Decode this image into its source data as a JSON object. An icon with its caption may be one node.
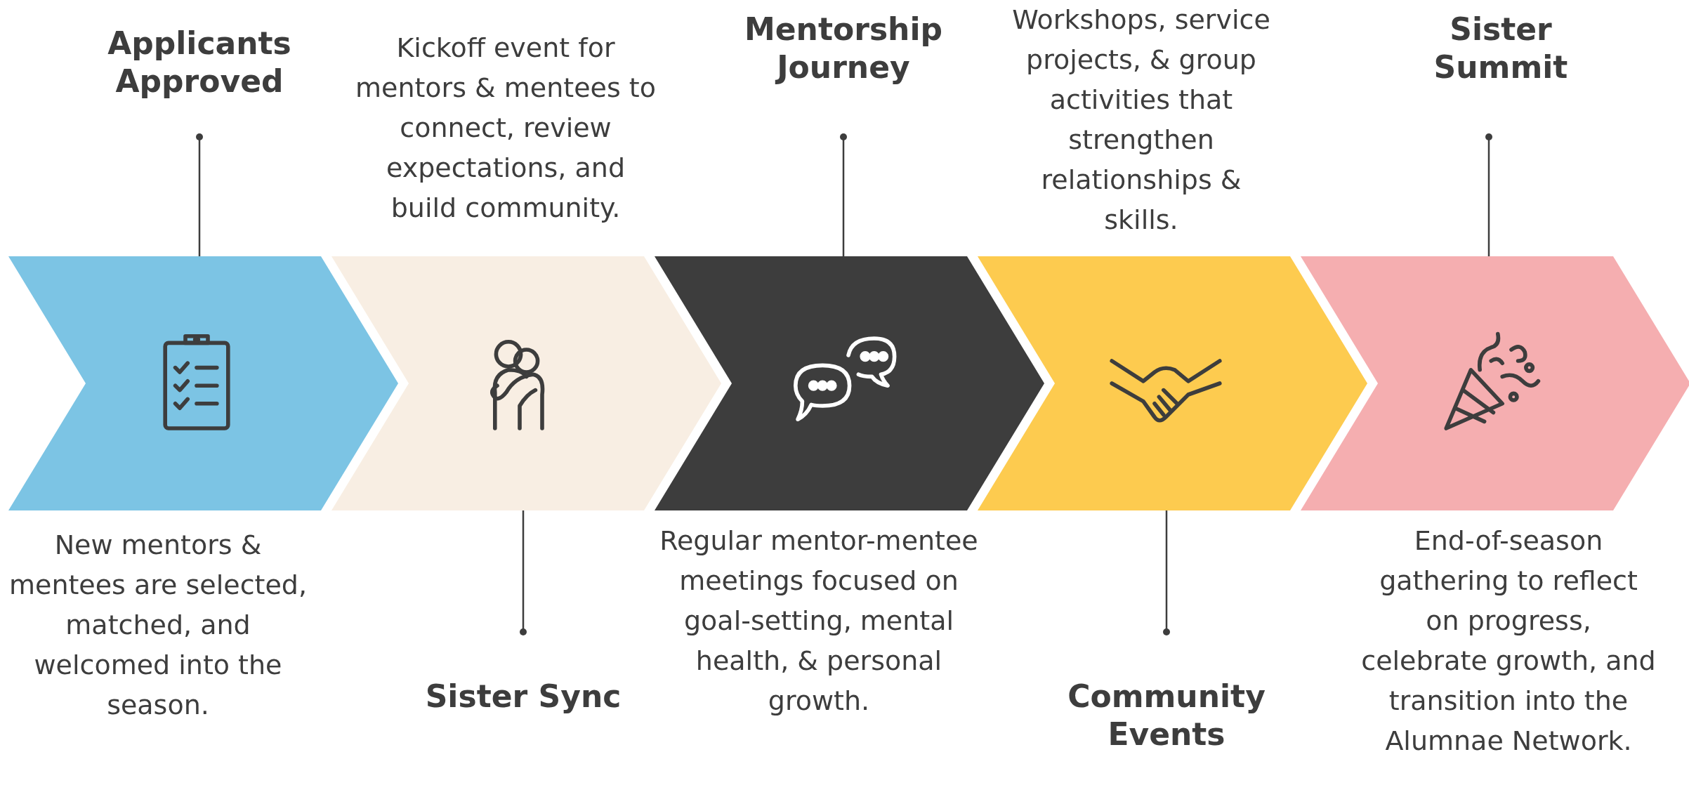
{
  "diagram": {
    "nodes": [
      {
        "text": [
          "Applicants Approved"
        ]
      },
      {
        "text": [],
        "shape": "chevron",
        "beside": [
          "New mentors & mentees are selected, matched, and welcomed into the season."
        ]
      },
      {
        "text": [
          "Sister Sync"
        ]
      },
      {
        "text": [],
        "shape": "chevron",
        "beside": [
          "Kickoff event for mentors & mentees to connect, review expectations, and build community."
        ]
      },
      {
        "text": [
          "Mentorship Journey"
        ]
      },
      {
        "text": [],
        "shape": "chevron",
        "beside": [
          "Regular mentor-mentee meetings focused on goal-setting, mental health, &  personal growth."
        ]
      },
      {
        "text": [
          "Community Events"
        ]
      },
      {
        "text": [],
        "shape": "chevron",
        "beside": [
          "Workshops, service projects, & group activities that strengthen relationships & skills."
        ]
      },
      {
        "text": [
          "Sister Summit"
        ]
      },
      {
        "text": [],
        "shape": "chevron",
        "beside": [
          "End-of-season gathering to reflect on progress, celebrate growth, and transition into the Alumnae Network."
        ]
      }
    ],
    "edges": [
      {
        "from": 0,
        "to": 1,
        "arrow": "other"
      },
      {
        "from": 2,
        "to": 3,
        "arrow": "other"
      },
      {
        "from": 4,
        "to": 5,
        "arrow": "other"
      },
      {
        "from": 6,
        "to": 7,
        "arrow": "other"
      },
      {
        "from": 8,
        "to": 9,
        "arrow": "other"
      }
    ]
  }
}
